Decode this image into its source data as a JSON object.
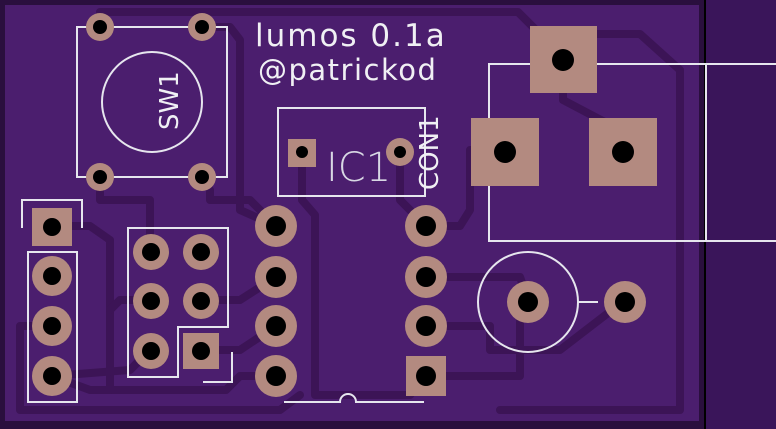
{
  "board": {
    "title_line1": "lumos 0.1a",
    "title_line2": "@patrickod"
  },
  "components": {
    "switch_label": "SW1",
    "ic_label": "IC1",
    "connector_label": "CON1"
  },
  "colors": {
    "background": "#000000",
    "board": "#4b1e6e",
    "board_edge": "#2a0f3e",
    "right_strip": "#3a155a",
    "trace": "#3c1456",
    "copper_pad": "#b38a80",
    "silkscreen": "#e6e6ee"
  }
}
